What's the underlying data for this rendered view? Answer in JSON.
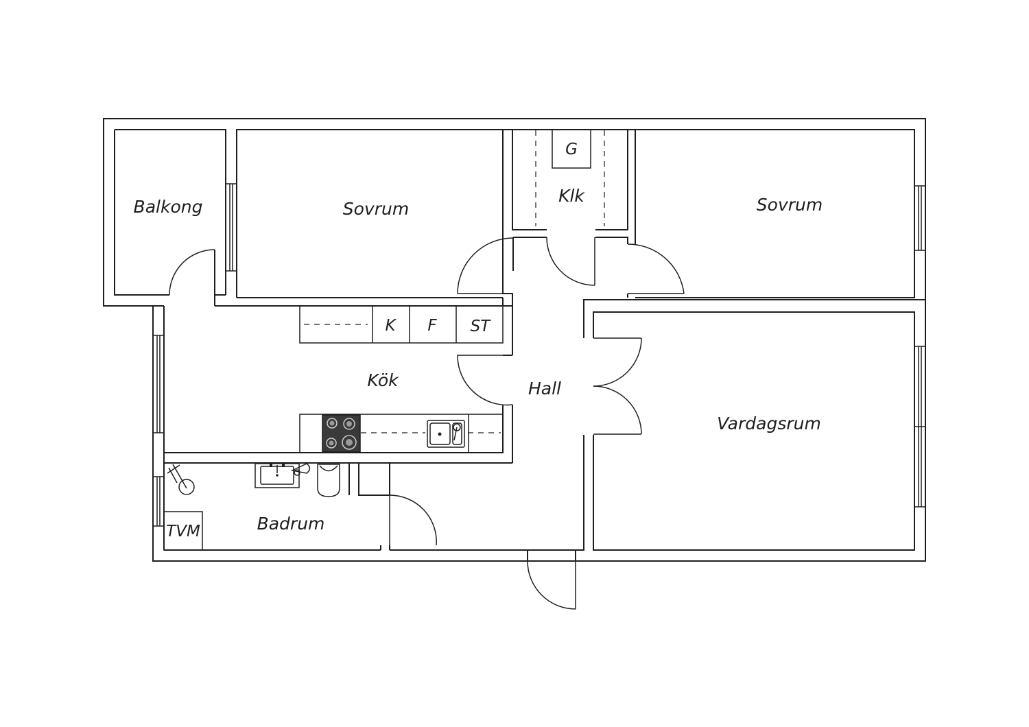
{
  "rooms": {
    "balkong": "Balkong",
    "sovrum_left": "Sovrum",
    "klk": "Klk",
    "sovrum_right": "Sovrum",
    "kok": "Kök",
    "hall": "Hall",
    "vardagsrum": "Vardagsrum",
    "badrum": "Badrum"
  },
  "fixtures": {
    "g": "G",
    "k": "K",
    "f": "F",
    "st": "ST",
    "tvm": "TVM"
  },
  "colors": {
    "line": "#1e1e1e",
    "stove": "#3a3a3a",
    "background": "#ffffff"
  }
}
